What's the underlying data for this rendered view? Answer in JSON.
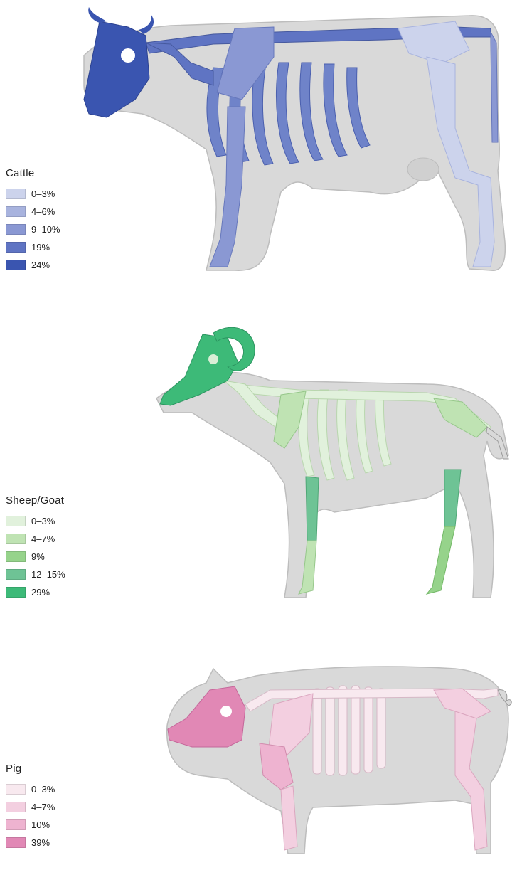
{
  "panels": [
    {
      "name": "Cattle",
      "legend": [
        {
          "label": "0–3%",
          "color": "#ccd3ec"
        },
        {
          "label": "4–6%",
          "color": "#a8b3de"
        },
        {
          "label": "9–10%",
          "color": "#8a98d3"
        },
        {
          "label": "19%",
          "color": "#5f74c3"
        },
        {
          "label": "24%",
          "color": "#3a55b0"
        }
      ]
    },
    {
      "name": "Sheep/Goat",
      "legend": [
        {
          "label": "0–3%",
          "color": "#e1f1dc"
        },
        {
          "label": "4–7%",
          "color": "#bfe3b3"
        },
        {
          "label": "9%",
          "color": "#96d38b"
        },
        {
          "label": "12–15%",
          "color": "#6ec395"
        },
        {
          "label": "29%",
          "color": "#3dba78"
        }
      ]
    },
    {
      "name": "Pig",
      "legend": [
        {
          "label": "0–3%",
          "color": "#f8e9ef"
        },
        {
          "label": "4–7%",
          "color": "#f3cfe0"
        },
        {
          "label": "10%",
          "color": "#eeb3d0"
        },
        {
          "label": "39%",
          "color": "#e188b5"
        }
      ]
    }
  ],
  "colors": {
    "body_fill": "#d9d9d9",
    "body_outline": "#bdbdbd"
  }
}
